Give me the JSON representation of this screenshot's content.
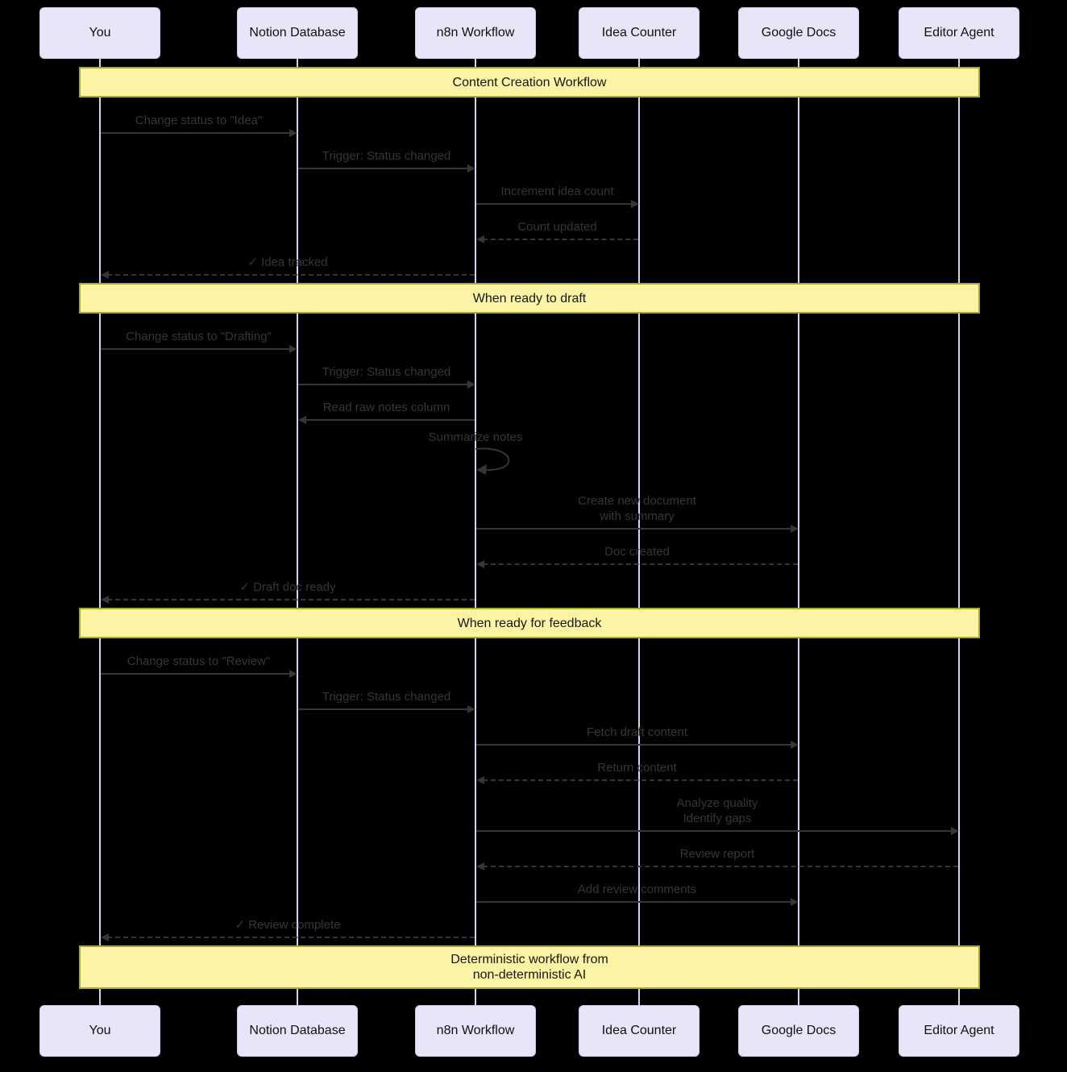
{
  "diagram": {
    "title_note": "Content Creation Workflow",
    "colors": {
      "background": "#000000",
      "actor_fill": "#e8e5f9",
      "actor_border": "#cfc9ea",
      "note_fill": "#fbf4a5",
      "note_border": "#aaaa33",
      "arrow": "#363636",
      "lifeline": "#d8d2ef"
    },
    "participants": [
      {
        "id": "you",
        "label": "You"
      },
      {
        "id": "notion-database",
        "label": "Notion Database"
      },
      {
        "id": "n8n-workflow",
        "label": "n8n Workflow"
      },
      {
        "id": "idea-counter",
        "label": "Idea Counter"
      },
      {
        "id": "google-docs",
        "label": "Google Docs"
      },
      {
        "id": "editor-agent",
        "label": "Editor Agent"
      }
    ],
    "events": [
      {
        "kind": "note",
        "lines": [
          "Content Creation Workflow"
        ]
      },
      {
        "kind": "message",
        "from": "you",
        "to": "notion-database",
        "style": "solid",
        "lines": [
          "Change status to \"Idea\""
        ]
      },
      {
        "kind": "message",
        "from": "notion-database",
        "to": "n8n-workflow",
        "style": "solid",
        "lines": [
          "Trigger: Status changed"
        ]
      },
      {
        "kind": "message",
        "from": "n8n-workflow",
        "to": "idea-counter",
        "style": "solid",
        "lines": [
          "Increment idea count"
        ]
      },
      {
        "kind": "message",
        "from": "idea-counter",
        "to": "n8n-workflow",
        "style": "dashed",
        "lines": [
          "Count updated"
        ]
      },
      {
        "kind": "message",
        "from": "n8n-workflow",
        "to": "you",
        "style": "dashed",
        "lines": [
          "✓ Idea tracked"
        ]
      },
      {
        "kind": "note",
        "lines": [
          "When ready to draft"
        ]
      },
      {
        "kind": "message",
        "from": "you",
        "to": "notion-database",
        "style": "solid",
        "lines": [
          "Change status to \"Drafting\""
        ]
      },
      {
        "kind": "message",
        "from": "notion-database",
        "to": "n8n-workflow",
        "style": "solid",
        "lines": [
          "Trigger: Status changed"
        ]
      },
      {
        "kind": "message",
        "from": "n8n-workflow",
        "to": "notion-database",
        "style": "solid",
        "lines": [
          "Read raw notes column"
        ]
      },
      {
        "kind": "self",
        "on": "n8n-workflow",
        "lines": [
          "Summarize notes"
        ]
      },
      {
        "kind": "message",
        "from": "n8n-workflow",
        "to": "google-docs",
        "style": "solid",
        "lines": [
          "Create new document",
          "with summary"
        ]
      },
      {
        "kind": "message",
        "from": "google-docs",
        "to": "n8n-workflow",
        "style": "dashed",
        "lines": [
          "Doc created"
        ]
      },
      {
        "kind": "message",
        "from": "n8n-workflow",
        "to": "you",
        "style": "dashed",
        "lines": [
          "✓ Draft doc ready"
        ]
      },
      {
        "kind": "note",
        "lines": [
          "When ready for feedback"
        ]
      },
      {
        "kind": "message",
        "from": "you",
        "to": "notion-database",
        "style": "solid",
        "lines": [
          "Change status to \"Review\""
        ]
      },
      {
        "kind": "message",
        "from": "notion-database",
        "to": "n8n-workflow",
        "style": "solid",
        "lines": [
          "Trigger: Status changed"
        ]
      },
      {
        "kind": "message",
        "from": "n8n-workflow",
        "to": "google-docs",
        "style": "solid",
        "lines": [
          "Fetch draft content"
        ]
      },
      {
        "kind": "message",
        "from": "google-docs",
        "to": "n8n-workflow",
        "style": "dashed",
        "lines": [
          "Return content"
        ]
      },
      {
        "kind": "message",
        "from": "n8n-workflow",
        "to": "editor-agent",
        "style": "solid",
        "lines": [
          "Analyze quality",
          "Identify gaps"
        ]
      },
      {
        "kind": "message",
        "from": "editor-agent",
        "to": "n8n-workflow",
        "style": "dashed",
        "lines": [
          "Review report"
        ]
      },
      {
        "kind": "message",
        "from": "n8n-workflow",
        "to": "google-docs",
        "style": "solid",
        "lines": [
          "Add review comments"
        ]
      },
      {
        "kind": "message",
        "from": "n8n-workflow",
        "to": "you",
        "style": "dashed",
        "lines": [
          "✓ Review complete"
        ]
      },
      {
        "kind": "note",
        "lines": [
          "Deterministic workflow from",
          "non-deterministic AI"
        ]
      }
    ]
  }
}
